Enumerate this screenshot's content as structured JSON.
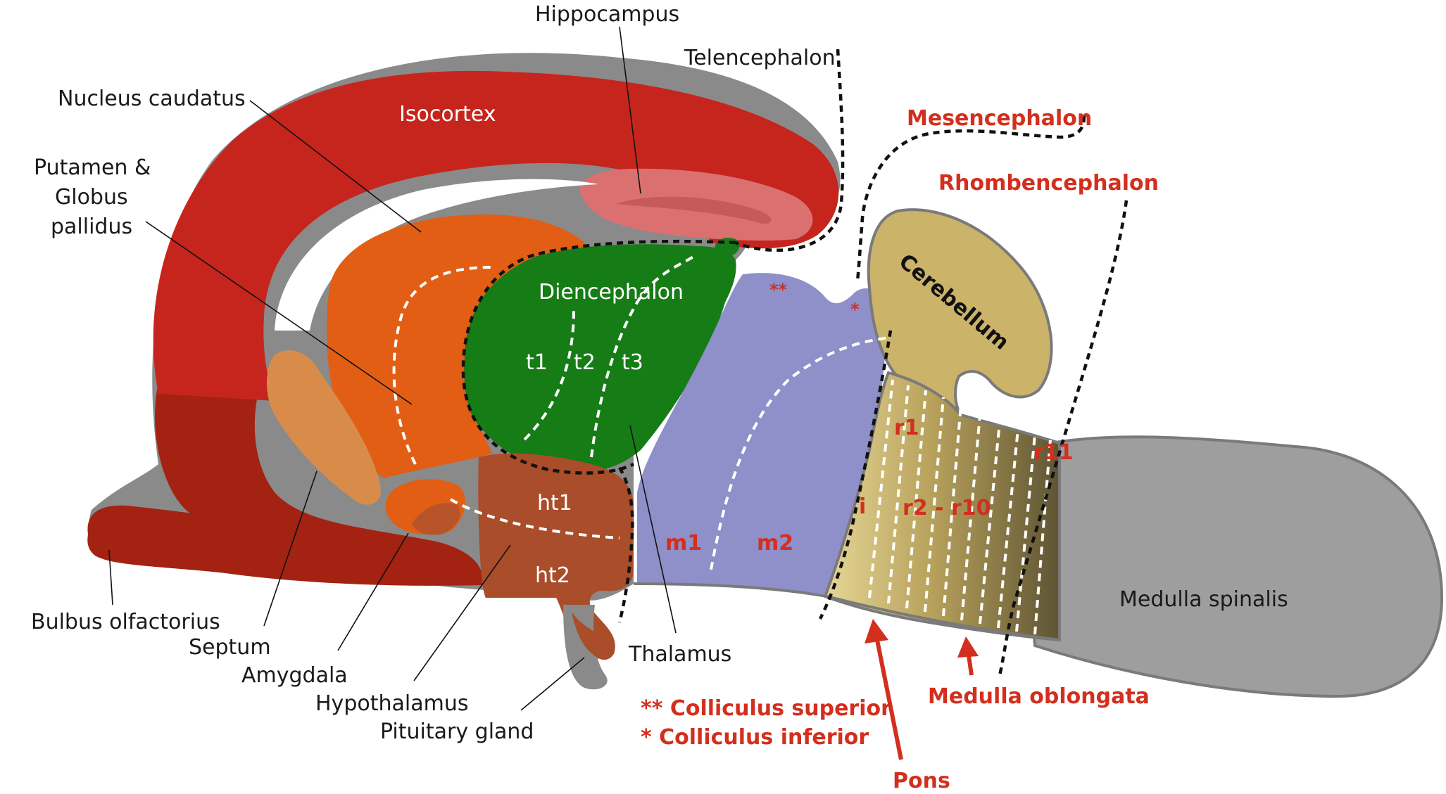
{
  "labels": {
    "hippocampus": "Hippocampus",
    "telencephalon": "Telencephalon",
    "nucleus_caudatus": "Nucleus caudatus",
    "putamen_line1": "Putamen &",
    "putamen_line2": "Globus",
    "putamen_line3": "pallidus",
    "bulbus_olfactorius": "Bulbus olfactorius",
    "septum": "Septum",
    "amygdala": "Amygdala",
    "hypothalamus": "Hypothalamus",
    "pituitary_gland": "Pituitary gland",
    "thalamus": "Thalamus",
    "medulla_spinalis": "Medulla spinalis"
  },
  "red_labels": {
    "mesencephalon": "Mesencephalon",
    "rhombencephalon": "Rhombencephalon",
    "colliculus_superior": "** Colliculus superior",
    "colliculus_inferior": "*  Colliculus inferior",
    "medulla_oblongata": "Medulla oblongata",
    "pons": "Pons"
  },
  "region_labels": {
    "isocortex": "Isocortex",
    "diencephalon": "Diencephalon",
    "t1": "t1",
    "t2": "t2",
    "t3": "t3",
    "ht1": "ht1",
    "ht2": "ht2",
    "m1": "m1",
    "m2": "m2",
    "r1": "r1",
    "i": "i",
    "r2_r10": "r2 - r10",
    "r11": "r11",
    "cerebellum": "Cerebellum",
    "double_star": "**",
    "single_star": "*"
  },
  "colors": {
    "isocortex": "#c6251e",
    "isocortex_lower": "#a32212",
    "gray_matter": "#8a8a8a",
    "striatum": "#e15e14",
    "septum": "#d98c4a",
    "hippocampus": "#db7070",
    "diencephalon": "#167c16",
    "hypothalamus": "#a94d2a",
    "mesencephalon": "#8f8fc9",
    "cerebellum": "#cbb36a",
    "medulla_spinalis": "#9e9e9e",
    "red_text": "#d32f1e"
  }
}
